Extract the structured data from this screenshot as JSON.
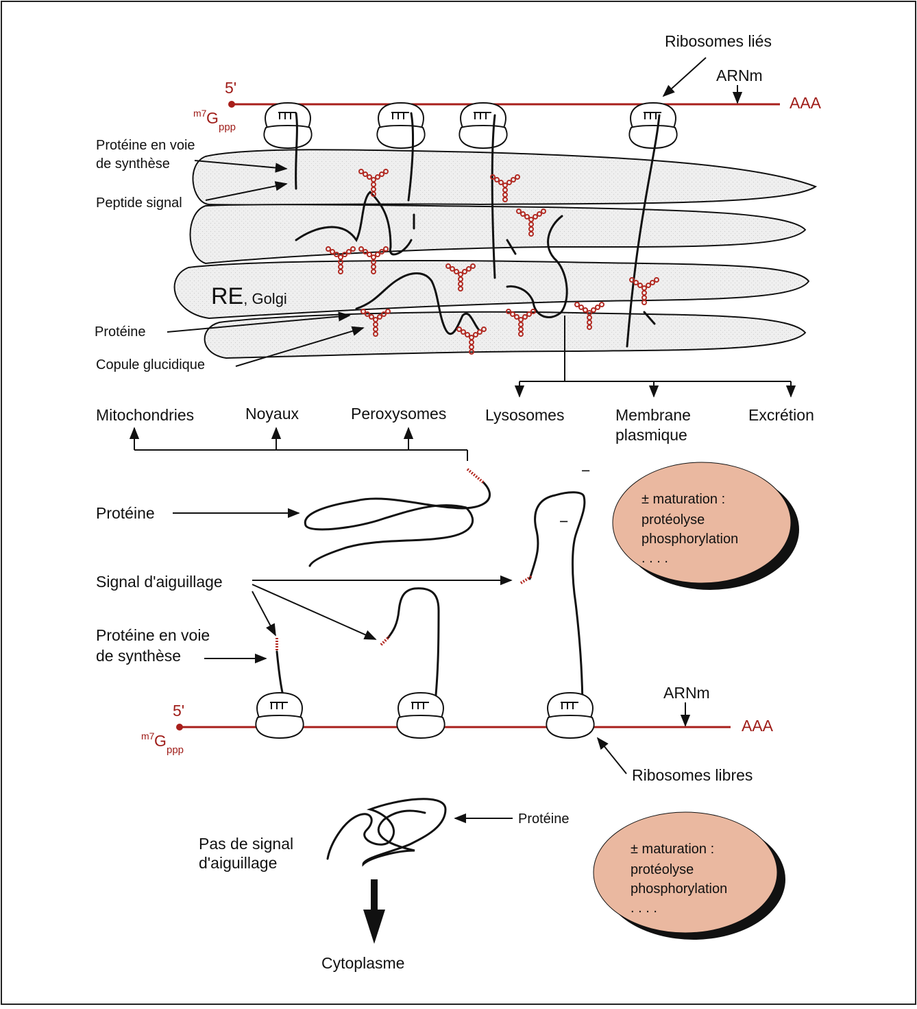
{
  "colors": {
    "mrna": "#a81f1b",
    "er_fill": "#ececec",
    "sugar": "#b22a22",
    "maturation_fill": "#eab8a0",
    "ink": "#111111"
  },
  "top": {
    "five_prime": "5'",
    "cap_m7": "m7",
    "cap_g": "G",
    "cap_ppp": "ppp",
    "poly_a": "AAA",
    "arnm": "ARNm",
    "ribosomes_lies": "Ribosomes liés",
    "proteine_voie_1": "Protéine en voie",
    "proteine_voie_2": "de synthèse",
    "peptide_signal": "Peptide signal",
    "re": "RE",
    "golgi": ", Golgi",
    "proteine": "Protéine",
    "copule": "Copule glucidique"
  },
  "destinations_er": [
    "Lysosomes",
    "Membrane",
    "plasmique",
    "Excrétion"
  ],
  "destinations_free": [
    "Mitochondries",
    "Noyaux",
    "Peroxysomes"
  ],
  "middle": {
    "proteine": "Protéine",
    "signal": "Signal d'aiguillage",
    "proteine_voie_1": "Protéine en voie",
    "proteine_voie_2": "de synthèse",
    "five_prime": "5'",
    "cap_m7": "m7",
    "cap_g": "G",
    "cap_ppp": "ppp",
    "poly_a": "AAA",
    "arnm": "ARNm",
    "ribosomes_libres": "Ribosomes libres",
    "minus_1": "−",
    "minus_2": "−"
  },
  "maturation": {
    "line1": "± maturation :",
    "line2": "protéolyse",
    "line3": "phosphorylation",
    "line4": ". . . ."
  },
  "bottom": {
    "proteine": "Protéine",
    "pas_1": "Pas de signal",
    "pas_2": "d'aiguillage",
    "cytoplasme": "Cytoplasme"
  }
}
